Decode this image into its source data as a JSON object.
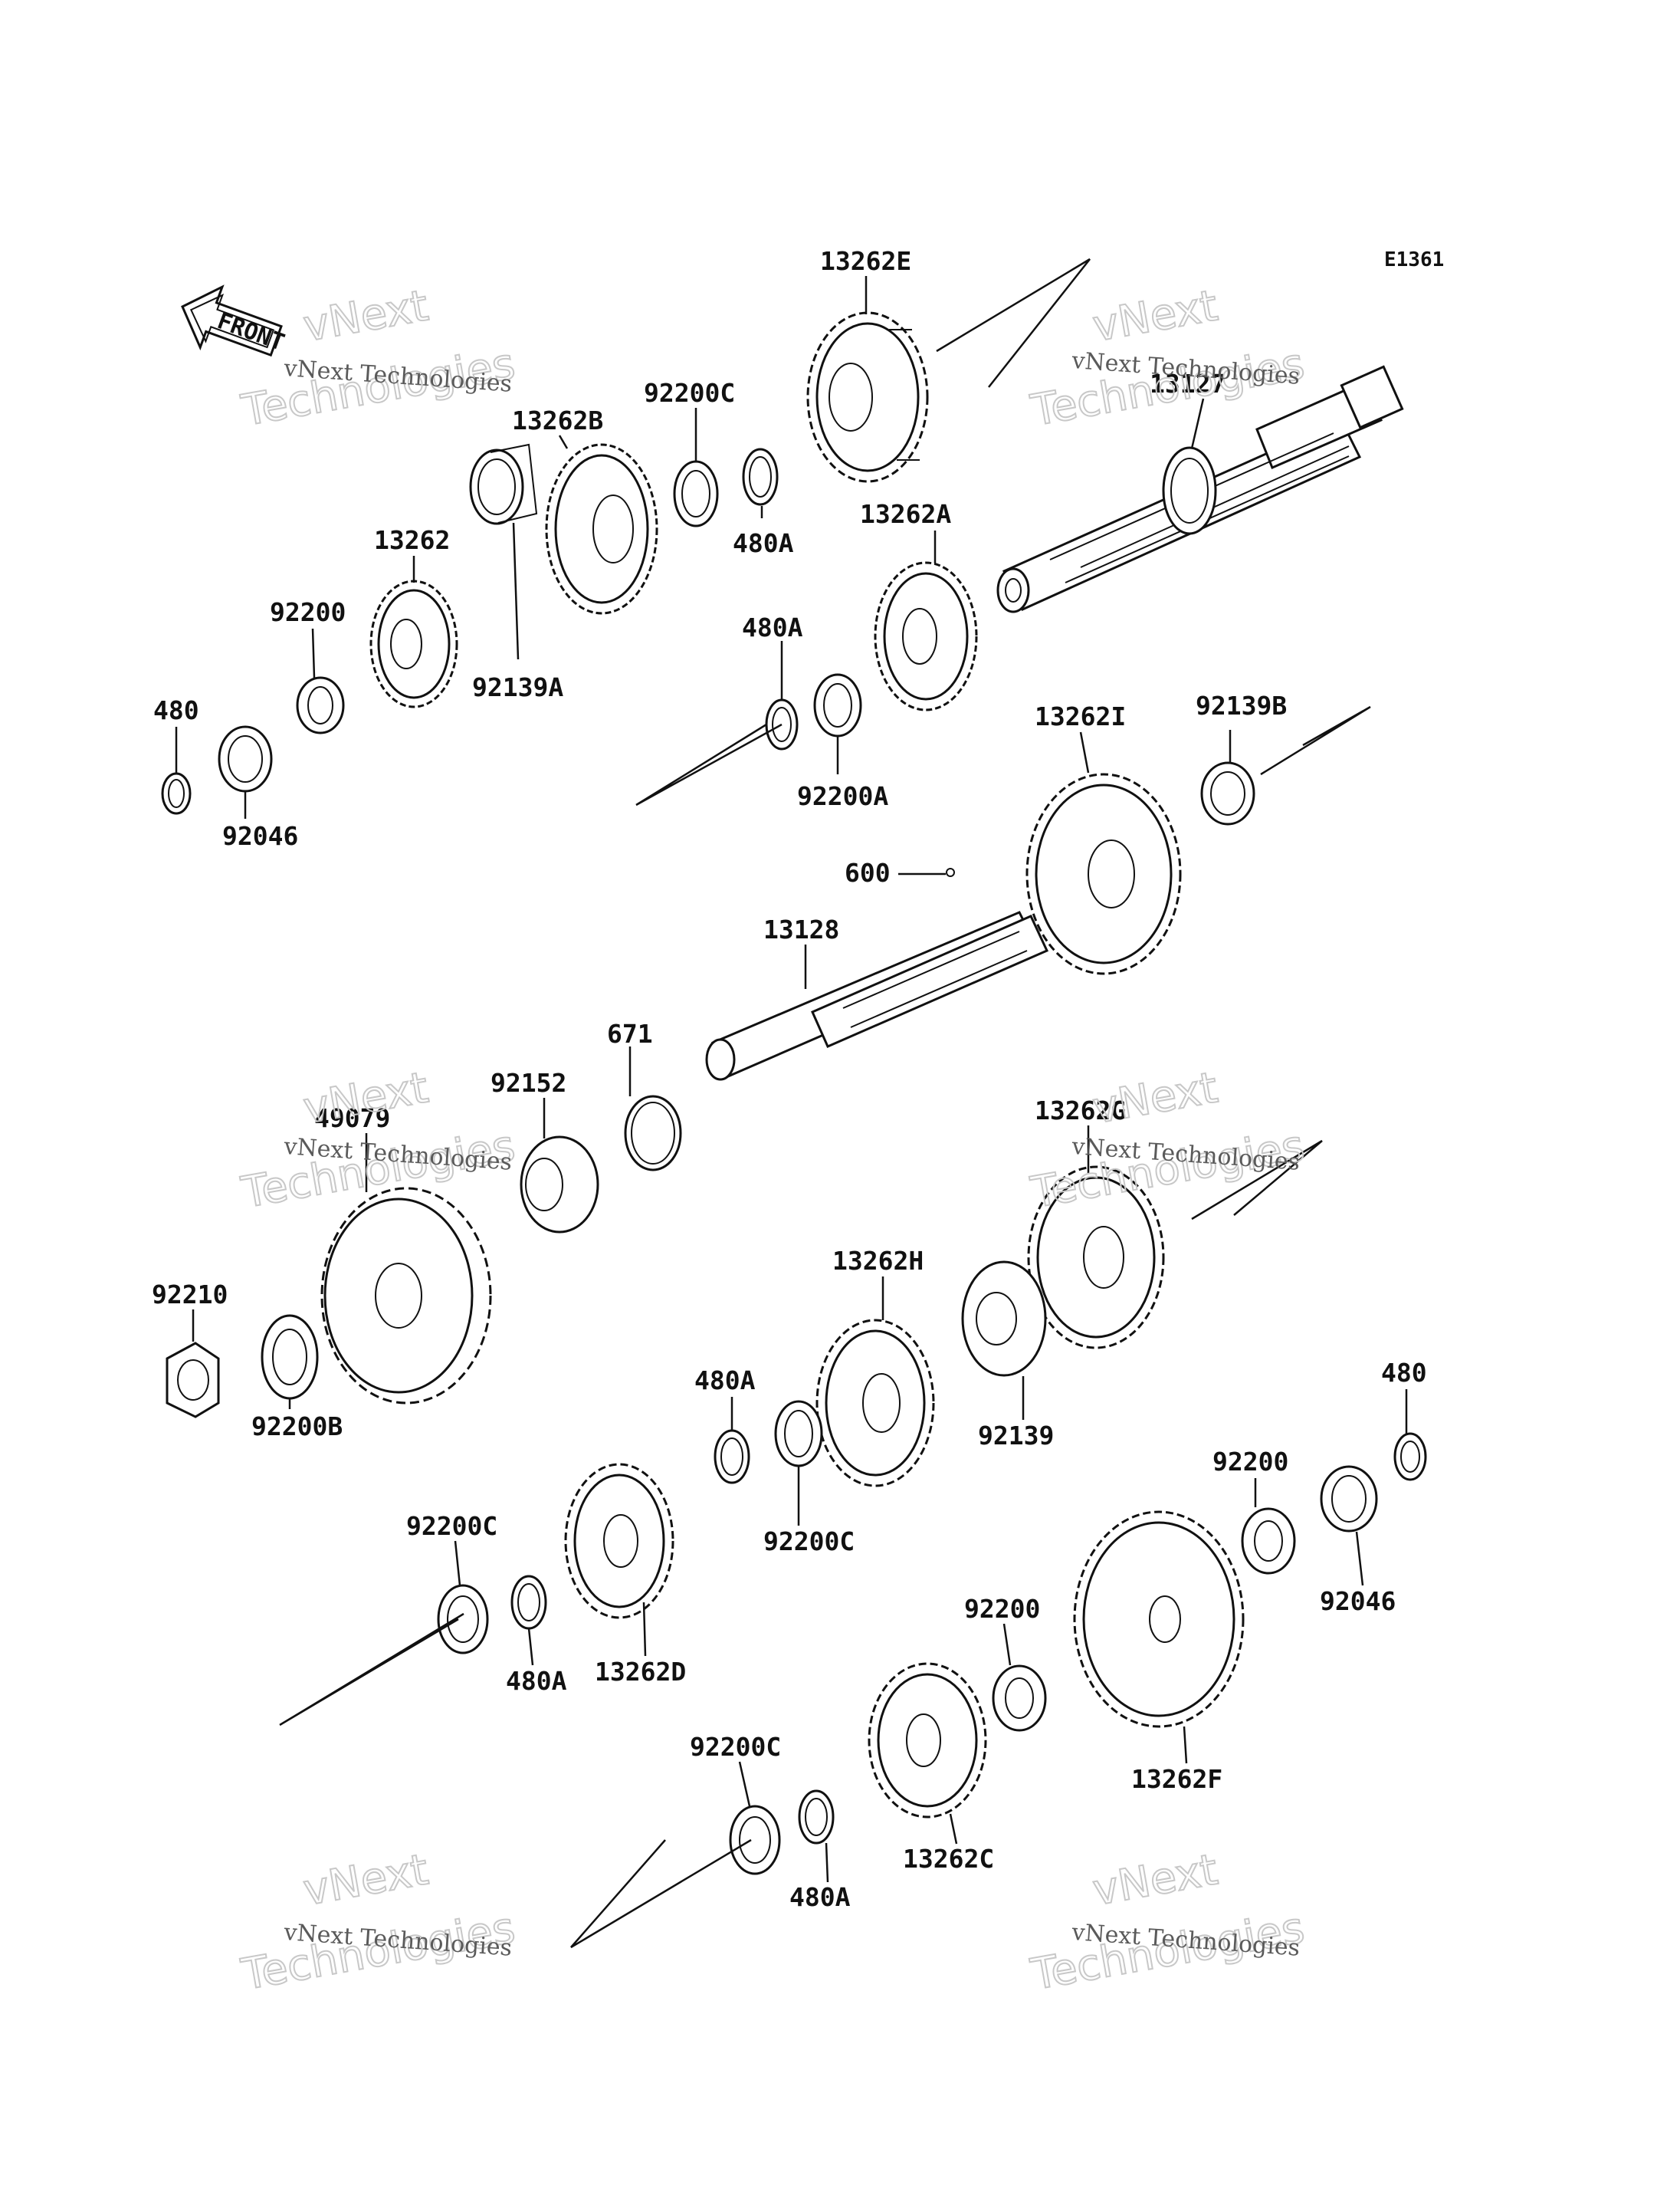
{
  "diagram_code": "E1361",
  "front_label": "FRONT",
  "watermark": {
    "line1": "vNext Technologies",
    "line2": "vNext",
    "line3": "Technologies"
  },
  "parts": [
    {
      "id": "13262E",
      "label": "13262E"
    },
    {
      "id": "13127",
      "label": "13127"
    },
    {
      "id": "92200C-top",
      "label": "92200C"
    },
    {
      "id": "13262B",
      "label": "13262B"
    },
    {
      "id": "480A-top",
      "label": "480A"
    },
    {
      "id": "13262A",
      "label": "13262A"
    },
    {
      "id": "13262",
      "label": "13262"
    },
    {
      "id": "92200-top",
      "label": "92200"
    },
    {
      "id": "92139A",
      "label": "92139A"
    },
    {
      "id": "480A-mid",
      "label": "480A"
    },
    {
      "id": "480-top",
      "label": "480"
    },
    {
      "id": "92200A",
      "label": "92200A"
    },
    {
      "id": "92046-top",
      "label": "92046"
    },
    {
      "id": "13262I",
      "label": "13262I"
    },
    {
      "id": "92139B",
      "label": "92139B"
    },
    {
      "id": "600",
      "label": "600"
    },
    {
      "id": "13128",
      "label": "13128"
    },
    {
      "id": "671",
      "label": "671"
    },
    {
      "id": "92152",
      "label": "92152"
    },
    {
      "id": "49079",
      "label": "49079"
    },
    {
      "id": "13262G",
      "label": "13262G"
    },
    {
      "id": "92210",
      "label": "92210"
    },
    {
      "id": "13262H",
      "label": "13262H"
    },
    {
      "id": "92200B",
      "label": "92200B"
    },
    {
      "id": "480A-low",
      "label": "480A"
    },
    {
      "id": "92139",
      "label": "92139"
    },
    {
      "id": "480-low",
      "label": "480"
    },
    {
      "id": "92200C-mid",
      "label": "92200C"
    },
    {
      "id": "92200-low",
      "label": "92200"
    },
    {
      "id": "92200C-low",
      "label": "92200C"
    },
    {
      "id": "92046-low",
      "label": "92046"
    },
    {
      "id": "480A-low2",
      "label": "480A"
    },
    {
      "id": "13262D",
      "label": "13262D"
    },
    {
      "id": "92200-bottom",
      "label": "92200"
    },
    {
      "id": "92200C-bottom",
      "label": "92200C"
    },
    {
      "id": "13262F",
      "label": "13262F"
    },
    {
      "id": "480A-bottom",
      "label": "480A"
    },
    {
      "id": "13262C",
      "label": "13262C"
    }
  ]
}
